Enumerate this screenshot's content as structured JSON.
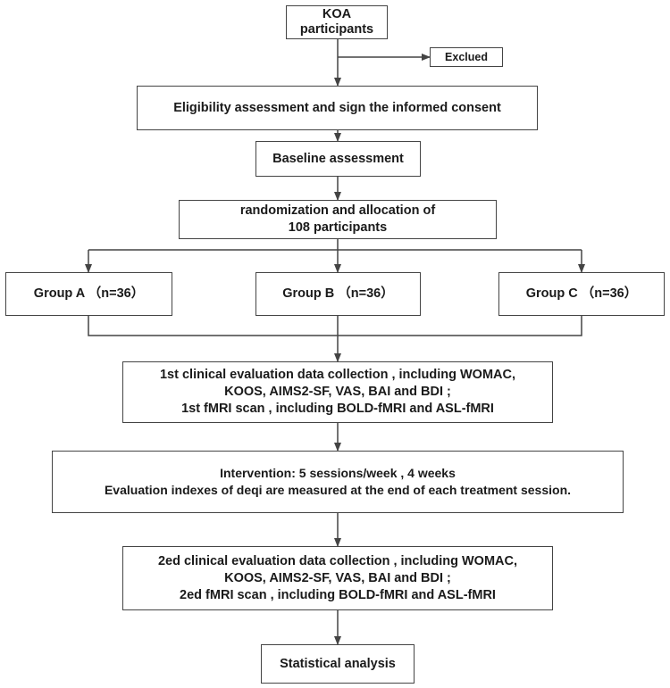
{
  "flowchart": {
    "participants": [
      "KOA",
      "participants"
    ],
    "excluded": "Exclued",
    "eligibility": "Eligibility assessment and sign the informed consent",
    "baseline": "Baseline assessment",
    "randomization": [
      "randomization and allocation of",
      "108 participants"
    ],
    "groups": [
      "Group A （n=36）",
      "Group B （n=36）",
      "Group C （n=36）"
    ],
    "evaluation1": [
      "1st clinical evaluation data collection , including WOMAC,",
      "KOOS, AIMS2-SF, VAS, BAI and BDI ;",
      "1st fMRI scan , including BOLD-fMRI and ASL-fMRI"
    ],
    "intervention": [
      "Intervention: 5 sessions/week , 4 weeks",
      "Evaluation indexes of deqi are measured at the end of each treatment session."
    ],
    "evaluation2": [
      "2ed clinical evaluation data collection , including WOMAC,",
      "KOOS, AIMS2-SF, VAS, BAI and BDI ;",
      "2ed fMRI scan , including BOLD-fMRI and ASL-fMRI"
    ],
    "analysis": "Statistical analysis"
  }
}
